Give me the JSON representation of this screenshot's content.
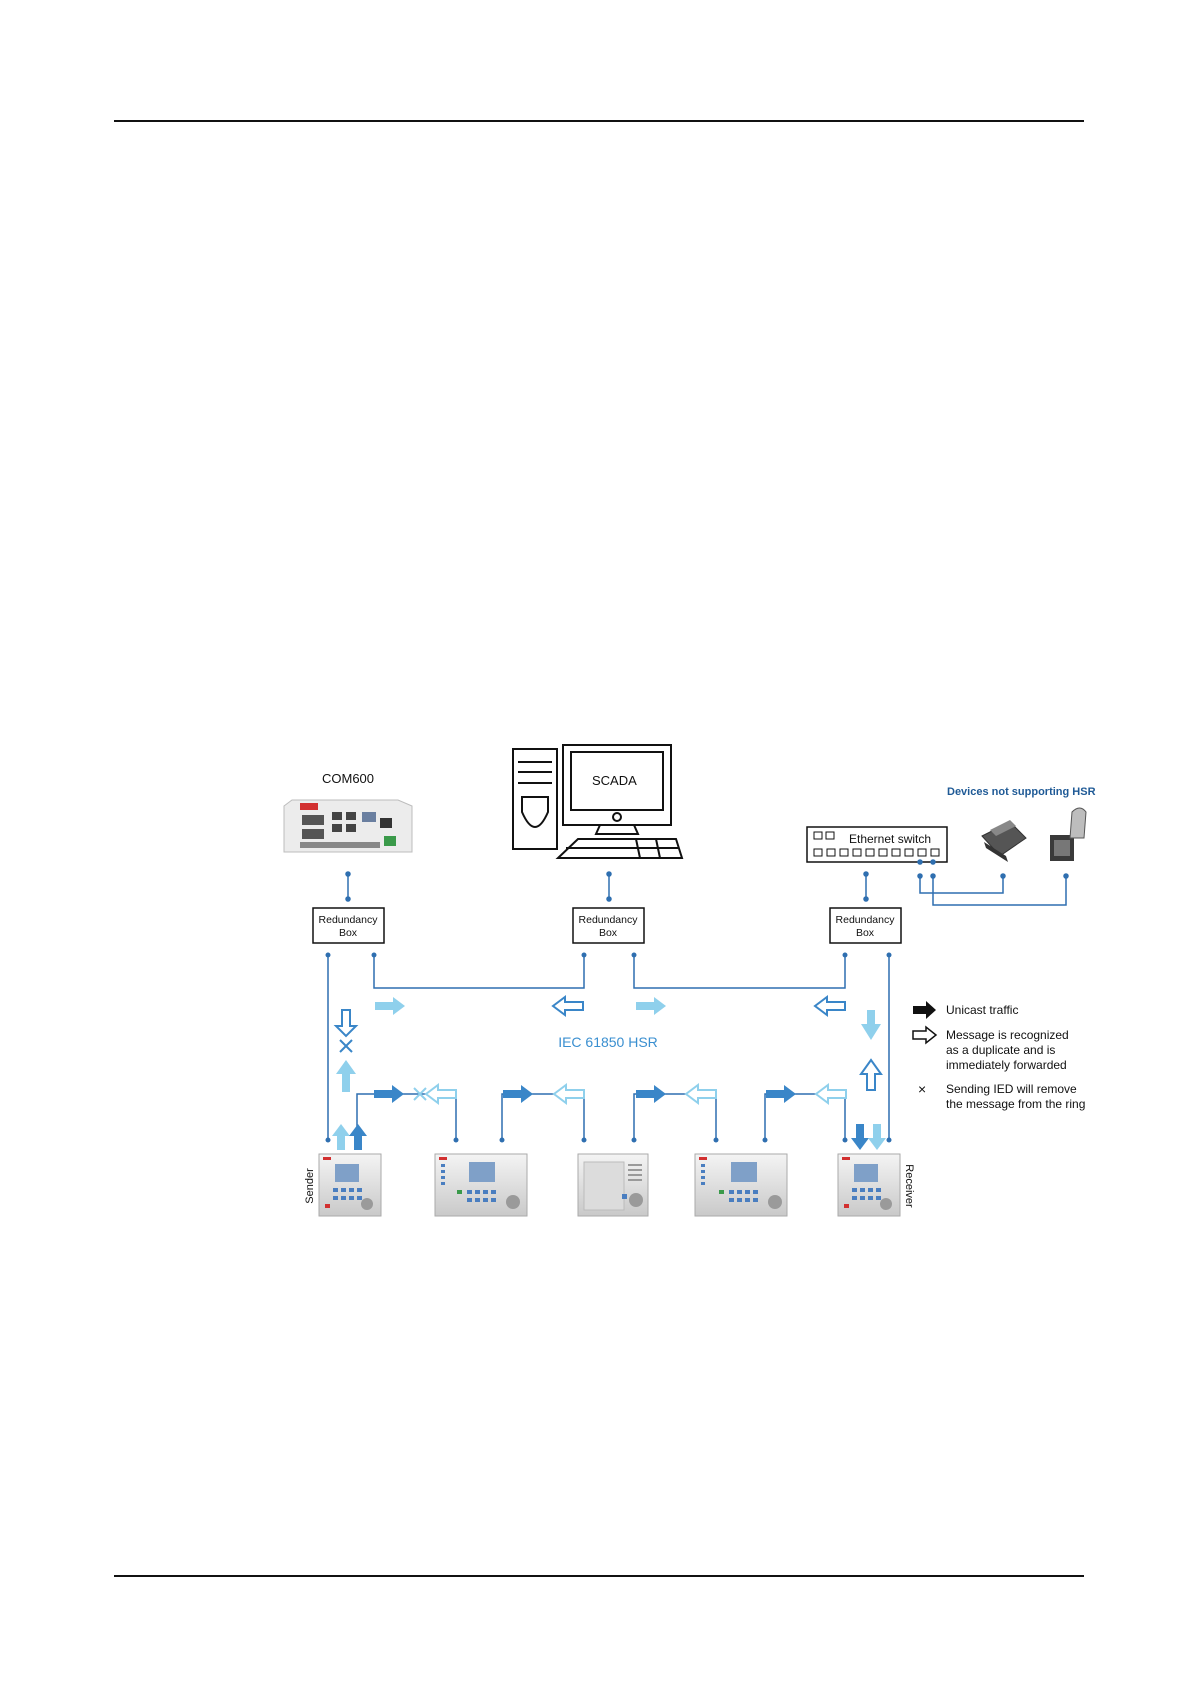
{
  "diagram": {
    "labels": {
      "com600": "COM600",
      "scada": "SCADA",
      "devices_not_supporting": "Devices not supporting HSR",
      "ethernet_switch": "Ethernet switch",
      "redundancy_line1": "Redundancy",
      "redundancy_line2": "Box",
      "network": "IEC 61850 HSR",
      "sender": "Sender",
      "receiver": "Receiver"
    },
    "legend": {
      "unicast": "Unicast traffic",
      "duplicate_line1": "Message is recognized",
      "duplicate_line2": "as a duplicate and is",
      "duplicate_line3": "immediately forwarded",
      "remove_symbol": "×",
      "remove_line1": "Sending IED will remove",
      "remove_line2": "the message from the ring"
    },
    "colors": {
      "line": "#2f6fb0",
      "arrow_dark": "#3a86c8",
      "arrow_light": "#8fd0ec",
      "title_blue": "#1f5a96",
      "hsr_text": "#3a8fd0"
    }
  }
}
